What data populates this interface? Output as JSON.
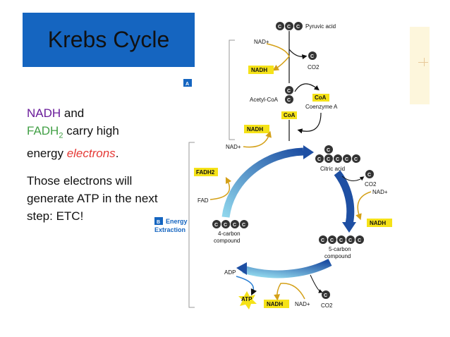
{
  "slide": {
    "title": "Krebs Cycle",
    "text": {
      "line1_part1": "NADH",
      "line1_part2": " and",
      "line2_part1": "FADH",
      "line2_sub": "2",
      "line2_part2": " carry high",
      "line3_part1": "energy ",
      "line3_part2": "electrons",
      "line3_part3": ".",
      "para2": "Those electrons will generate ATP in the next step: ETC!"
    }
  },
  "diagram": {
    "panel_a": "A",
    "panel_b": "B",
    "energy": "Energy",
    "extraction": "Extraction",
    "carbon": "C",
    "pyruvic_acid": "Pyruvic acid",
    "nad1": "NAD+",
    "nadh1": "NADH",
    "co2_1": "CO2",
    "acetyl_coa": "Acetyl-CoA",
    "coa1": "CoA",
    "coenzyme_a": "Coenzyme A",
    "coa2": "CoA",
    "nadh2": "NADH",
    "nad2": "NAD+",
    "citric_acid": "Citric acid",
    "co2_2": "CO2",
    "nad3": "NAD+",
    "nadh3": "NADH",
    "fadh2": "FADH2",
    "fad": "FAD",
    "four_carbon_1": "4-carbon",
    "four_carbon_2": "compound",
    "five_carbon_1": "5-carbon",
    "five_carbon_2": "compound",
    "adp": "ADP",
    "atp": "ATP",
    "nadh4": "NADH",
    "nad4": "NAD+",
    "co2_3": "CO2"
  },
  "colors": {
    "title_bg": "#1565c0",
    "nadh_purple": "#6a1b9a",
    "fadh_green": "#43a047",
    "electrons_red": "#e53935",
    "label_yellow": "#f5e218",
    "arrow_blue": "#1e4fa3",
    "arrow_light": "#7fd3ea",
    "arrow_gold": "#d4a017"
  }
}
